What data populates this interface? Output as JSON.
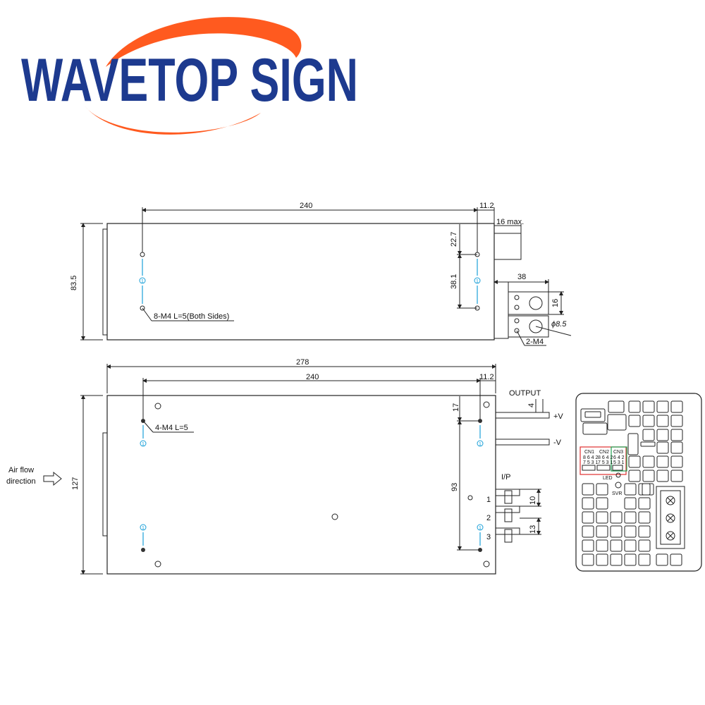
{
  "logo": {
    "text": "WAVETOP SIGN",
    "colors": {
      "text": "#1d3a8f",
      "swoosh": "#ff5a1f"
    }
  },
  "top_view": {
    "dim_240": "240",
    "dim_11_2": "11.2",
    "dim_16_max": "16 max.",
    "dim_83_5": "83.5",
    "dim_22_7": "22.7",
    "dim_38_1": "38.1",
    "dim_38": "38",
    "dim_16": "16",
    "dim_phi": "ϕ8.5",
    "note_screws": "8-M4 L=5(Both Sides)",
    "note_2m4": "2-M4"
  },
  "front_view": {
    "dim_278": "278",
    "dim_240": "240",
    "dim_11_2": "11.2",
    "dim_127": "127",
    "dim_17": "17",
    "dim_93": "93",
    "dim_4": "4",
    "dim_10": "10",
    "dim_13": "13",
    "note_screws": "4-M4 L=5",
    "output_label": "OUTPUT",
    "plus_v": "+V",
    "minus_v": "-V",
    "ip_label": "I/P",
    "pin1": "1",
    "pin2": "2",
    "pin3": "3",
    "airflow_line1": "Air flow",
    "airflow_line2": "direction"
  },
  "panel": {
    "cn1": "CN1",
    "cn2": "CN2",
    "cn3": "CN3",
    "cn1_top": "8 6 4 2",
    "cn1_bot": "7 5 3 1",
    "cn2_top": "8 6 4 2",
    "cn2_bot": "7 5 3 1",
    "cn3_top": "6 4 2",
    "cn3_bot": "5 3 1",
    "led": "LED",
    "svr": "SVR",
    "colors": {
      "cn_box": "#e03030",
      "cn3_box": "#20a050"
    }
  }
}
